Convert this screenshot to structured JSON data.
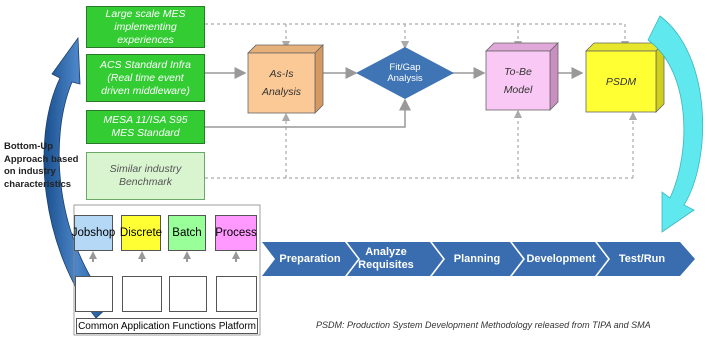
{
  "inputs": {
    "mes_experience": "Large scale MES implementing experiences",
    "acs_infra_1": "ACS Standard Infra",
    "acs_infra_2": "(Real time event",
    "acs_infra_3": "driven middleware)",
    "mesa_1": "MESA 11/ISA S95",
    "mesa_2": "MES Standard",
    "benchmark_1": "Similar industry",
    "benchmark_2": "Benchmark"
  },
  "process": {
    "as_is_1": "As-Is",
    "as_is_2": "Analysis",
    "fit_gap_1": "Fit/Gap",
    "fit_gap_2": "Analysis",
    "to_be_1": "To-Be",
    "to_be_2": "Model",
    "psdm": "PSDM"
  },
  "approach": {
    "line1": "Bottom-Up",
    "line2": "Approach based",
    "line3": "on industry",
    "line4": "characteristics"
  },
  "industries": [
    {
      "label": "Jobshop",
      "color": "#b4d8f5"
    },
    {
      "label": "Discrete",
      "color": "#ffff33"
    },
    {
      "label": "Batch",
      "color": "#99ff99"
    },
    {
      "label": "Process",
      "color": "#ff99ff"
    }
  ],
  "platform": "Common Application Functions Platform",
  "phases": [
    "Preparation",
    "Analyze Requisites",
    "Planning",
    "Development",
    "Test/Run"
  ],
  "footnote": "PSDM: Production System Development Methodology released from TIPA and SMA",
  "colors": {
    "green": "#33cc33",
    "as_is": "#fbc995",
    "to_be": "#f9c8f4",
    "psdm": "#ffff33",
    "diamond": "#3f74b5",
    "phase": "#3a6db0",
    "loop": "#5fe8ee"
  }
}
